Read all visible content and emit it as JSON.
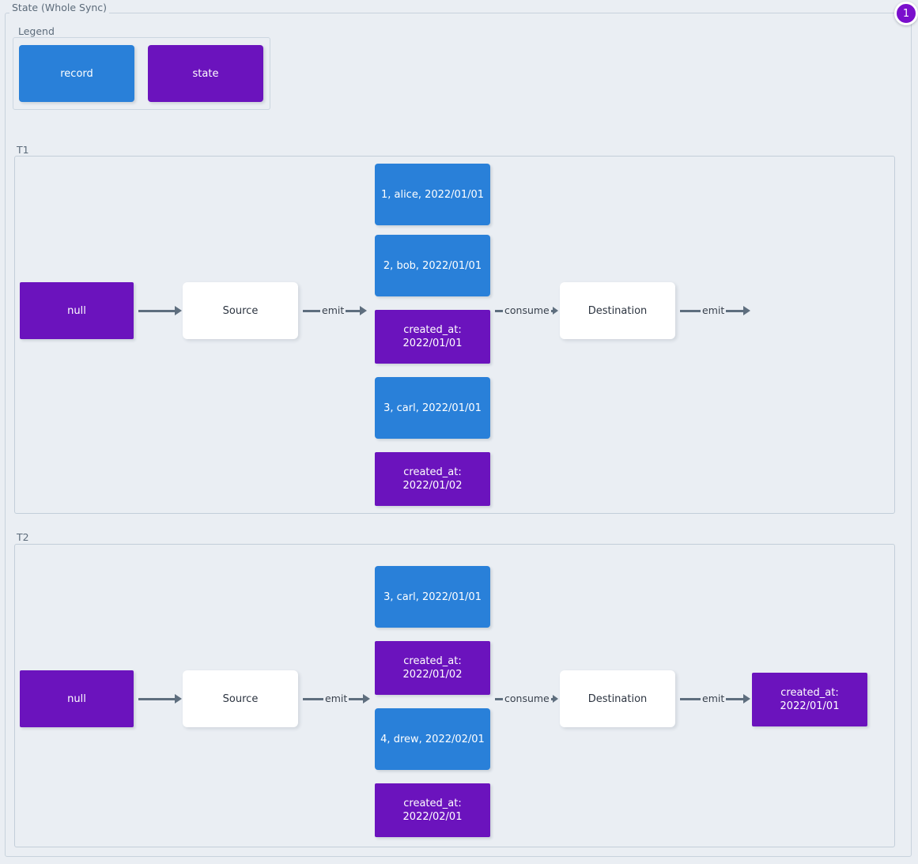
{
  "diagram": {
    "title": "State (Whole Sync)",
    "badge": "1",
    "colors": {
      "record": "#2980d9",
      "state": "#6b13bd",
      "process": "#ffffff",
      "background": "#eaeef3",
      "border": "#c3ced9",
      "arrow": "#5e6e7e",
      "badge": "#7a0fcc"
    }
  },
  "legend": {
    "label": "Legend",
    "items": [
      {
        "label": "record",
        "type": "record"
      },
      {
        "label": "state",
        "type": "state"
      }
    ]
  },
  "sections": [
    {
      "label": "T1",
      "initial_state": "null",
      "source": "Source",
      "destination": "Destination",
      "emit_label_1": "emit",
      "consume_label": "consume",
      "emit_label_2": "emit",
      "stream": [
        {
          "type": "record",
          "text": "1, alice, 2022/01/01"
        },
        {
          "type": "record",
          "text": "2, bob, 2022/01/01"
        },
        {
          "type": "state",
          "text": "created_at:\n2022/01/01"
        },
        {
          "type": "record",
          "text": "3, carl, 2022/01/01"
        },
        {
          "type": "state",
          "text": "created_at:\n2022/01/02"
        }
      ],
      "final_state": null
    },
    {
      "label": "T2",
      "initial_state": "null",
      "source": "Source",
      "destination": "Destination",
      "emit_label_1": "emit",
      "consume_label": "consume",
      "emit_label_2": "emit",
      "stream": [
        {
          "type": "record",
          "text": "3, carl, 2022/01/01"
        },
        {
          "type": "state",
          "text": "created_at:\n2022/01/02"
        },
        {
          "type": "record",
          "text": "4, drew, 2022/02/01"
        },
        {
          "type": "state",
          "text": "created_at:\n2022/02/01"
        }
      ],
      "final_state": "created_at:\n2022/01/01"
    }
  ]
}
